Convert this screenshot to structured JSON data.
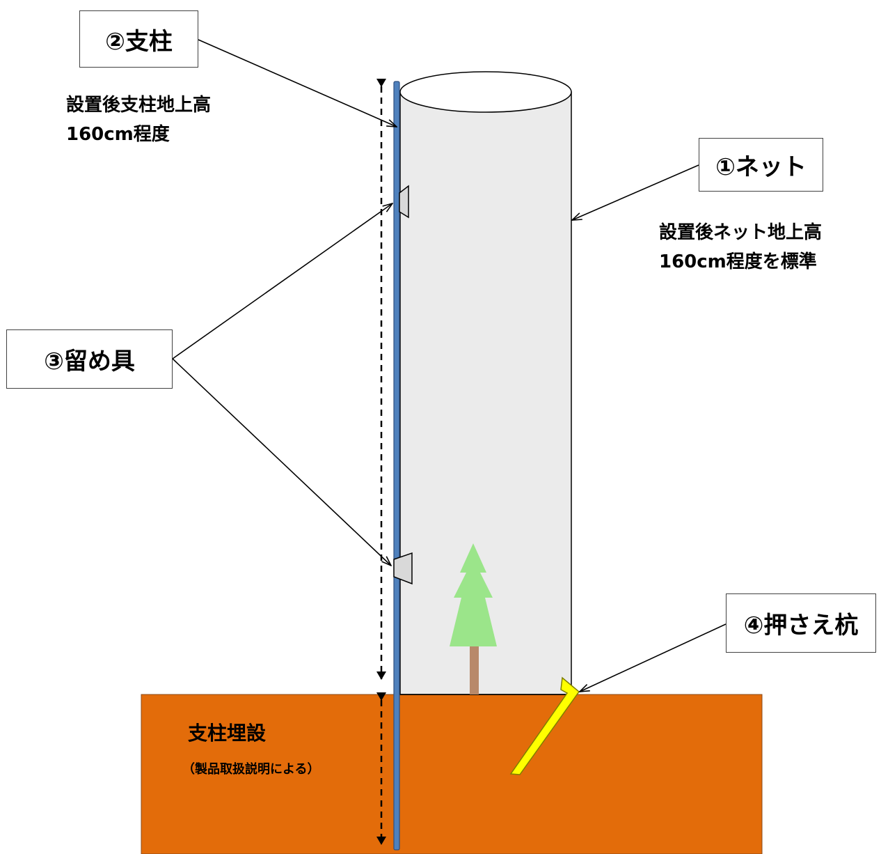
{
  "labels": {
    "net": "①ネット",
    "pole": "②支柱",
    "fastener": "③留め具",
    "stake": "④押さえ杭"
  },
  "notes": {
    "pole_height_line1": "設置後支柱地上高",
    "pole_height_line2": "160cm程度",
    "net_height_line1": "設置後ネット地上高",
    "net_height_line2": "160cm程度を標準",
    "burial_title": "支柱埋設",
    "burial_sub": "（製品取扱説明による）"
  },
  "colors": {
    "ground": "#e36c0a",
    "net": "#ebebeb",
    "pole": "#4f81bd",
    "tree_foliage": "#9be58a",
    "tree_trunk": "#b8896a",
    "stake": "#ffff00",
    "fastener": "#d9d9d9"
  }
}
